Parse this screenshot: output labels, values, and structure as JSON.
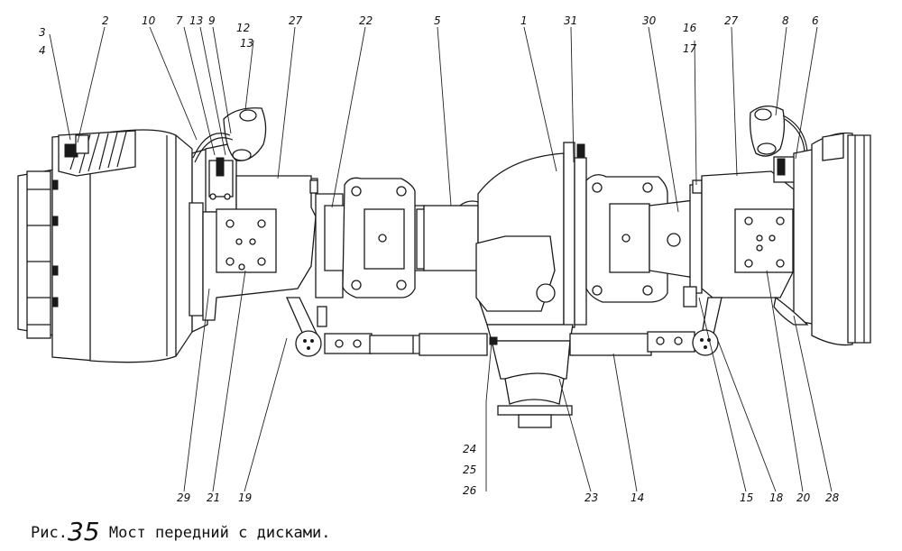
{
  "diagram": {
    "callouts": [
      "3",
      "4",
      "2",
      "10",
      "7",
      "13",
      "9",
      "12",
      "13",
      "27",
      "22",
      "5",
      "1",
      "31",
      "30",
      "16",
      "17",
      "27",
      "8",
      "6",
      "24",
      "25",
      "26",
      "29",
      "21",
      "19",
      "23",
      "14",
      "15",
      "18",
      "20",
      "28"
    ]
  },
  "caption": {
    "prefix": "Рис.",
    "number": "35",
    "title": "Мост передний с дисками."
  }
}
